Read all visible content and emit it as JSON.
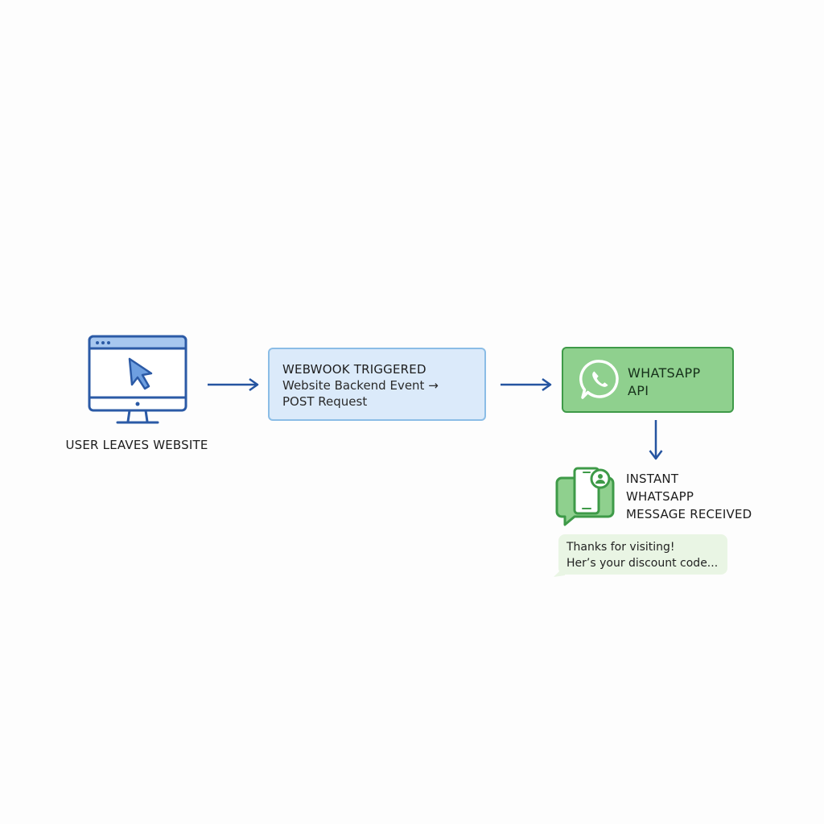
{
  "colors": {
    "arrow": "#2554a0",
    "monitor_stroke": "#2b5aa6",
    "monitor_bar": "#a7c7ef",
    "cursor_fill": "#6e9fe0",
    "webhook_fill": "#dbeafa",
    "webhook_border": "#8bbde6",
    "api_fill": "#8fd08e",
    "api_border": "#3e9a48",
    "bubble_fill": "#e9f5e4",
    "phone_green": "#43a047"
  },
  "steps": {
    "user": {
      "icon": "monitor-cursor-icon",
      "label": "USER LEAVES WEBSITE"
    },
    "webhook": {
      "title": "WEBWOOK TRIGGERED",
      "line1": "Website Backend Event →",
      "line2": "POST Request"
    },
    "api": {
      "icon": "whatsapp-logo-icon",
      "title_line1": "WHATSAPP",
      "title_line2": "API"
    },
    "message": {
      "icon": "phone-chat-icon",
      "label_line1": "INSTANT",
      "label_line2": "WHATSAPP",
      "label_line3": "MESSAGE RECEIVED",
      "bubble_line1": "Thanks for visiting!",
      "bubble_line2": "Her’s your discount code..."
    }
  }
}
